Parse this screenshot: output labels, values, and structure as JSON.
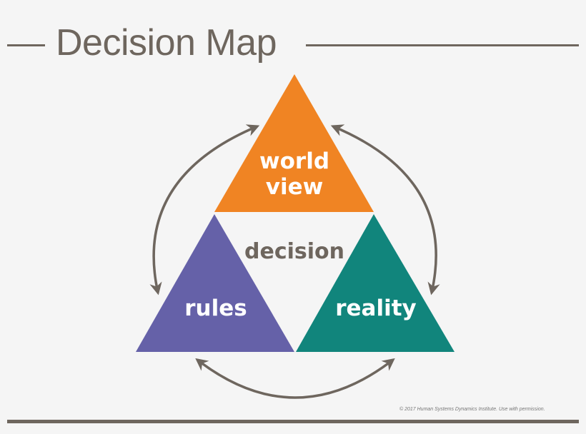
{
  "header": {
    "title": "Decision Map"
  },
  "diagram": {
    "center_label": "decision",
    "triangles": [
      {
        "id": "world-view",
        "lines": [
          "world",
          "view"
        ],
        "color": "#f08423"
      },
      {
        "id": "rules",
        "lines": [
          "rules"
        ],
        "color": "#6561a8"
      },
      {
        "id": "reality",
        "lines": [
          "reality"
        ],
        "color": "#11857c"
      }
    ],
    "arrow_color": "#6e665e",
    "text_color": "#6e665e",
    "label_color": "#ffffff"
  },
  "footer": {
    "copyright": "© 2017 Human Systems Dynamics Institute. Use with permission."
  }
}
